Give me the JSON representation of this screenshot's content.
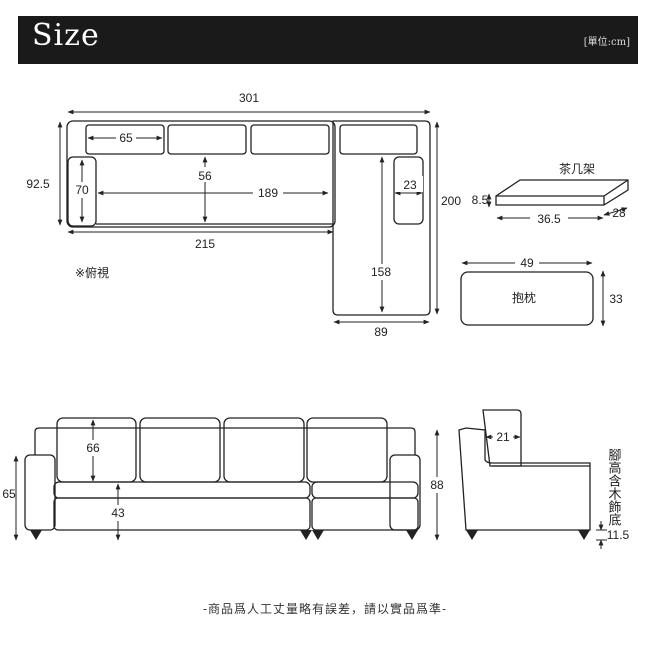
{
  "header": {
    "title": "Size",
    "unit": "[單位:cm]"
  },
  "top_view": {
    "total_width": "301",
    "cushion_width": "65",
    "seat_depth": "56",
    "seat_width": "189",
    "depth": "92.5",
    "arm_depth": "70",
    "sofa_width": "215",
    "arm_width": "23",
    "chaise_length": "200",
    "chaise_inner": "158",
    "chaise_width": "89",
    "note": "※俯視"
  },
  "tray": {
    "label": "茶几架",
    "height": "8.5",
    "length": "36.5",
    "depth": "28"
  },
  "pillow": {
    "label": "抱枕",
    "width": "49",
    "height": "33"
  },
  "front_view": {
    "height": "65",
    "back_cushion": "66",
    "seat_height": "43"
  },
  "side_view": {
    "total_height": "88",
    "back_depth": "21",
    "leg_label": "腳高含木飾底",
    "leg_height": "11.5"
  },
  "footnote": "-商品爲人工丈量略有誤差，請以實品爲準-",
  "colors": {
    "header_bg": "#1a1a1a",
    "line": "#222222"
  }
}
